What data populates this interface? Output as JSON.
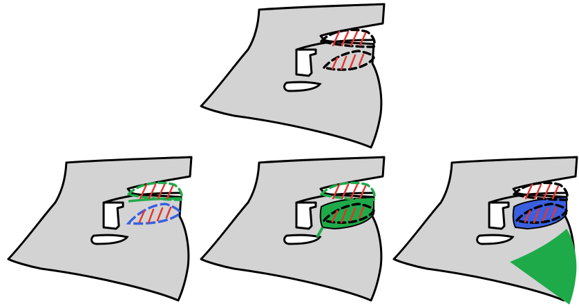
{
  "figure": {
    "background": "#ffffff",
    "colors": {
      "surface": "#d3d3d3",
      "outline": "#000000",
      "hatch": "#e8332b",
      "green": "#1faa4a",
      "blue": "#3a5fe0",
      "window": "#ffffff"
    },
    "panels": [
      {
        "id": "top",
        "variant": "original",
        "marks": [
          "black-dashed-upper-region",
          "black-dashed-lower-region",
          "red-hatching"
        ]
      },
      {
        "id": "bottom-left",
        "variant": "outlined",
        "marks": [
          "green-dashed-upper-outline",
          "blue-lower-outline",
          "red-hatching"
        ]
      },
      {
        "id": "bottom-middle",
        "variant": "green-fill",
        "marks": [
          "green-dashed-upper-outline",
          "green-filled-lower-region",
          "red-hatching"
        ]
      },
      {
        "id": "bottom-right",
        "variant": "blue-and-green-fill",
        "marks": [
          "black-dashed-upper-region",
          "blue-filled-region",
          "green-filled-wedge",
          "red-hatching"
        ]
      }
    ]
  }
}
